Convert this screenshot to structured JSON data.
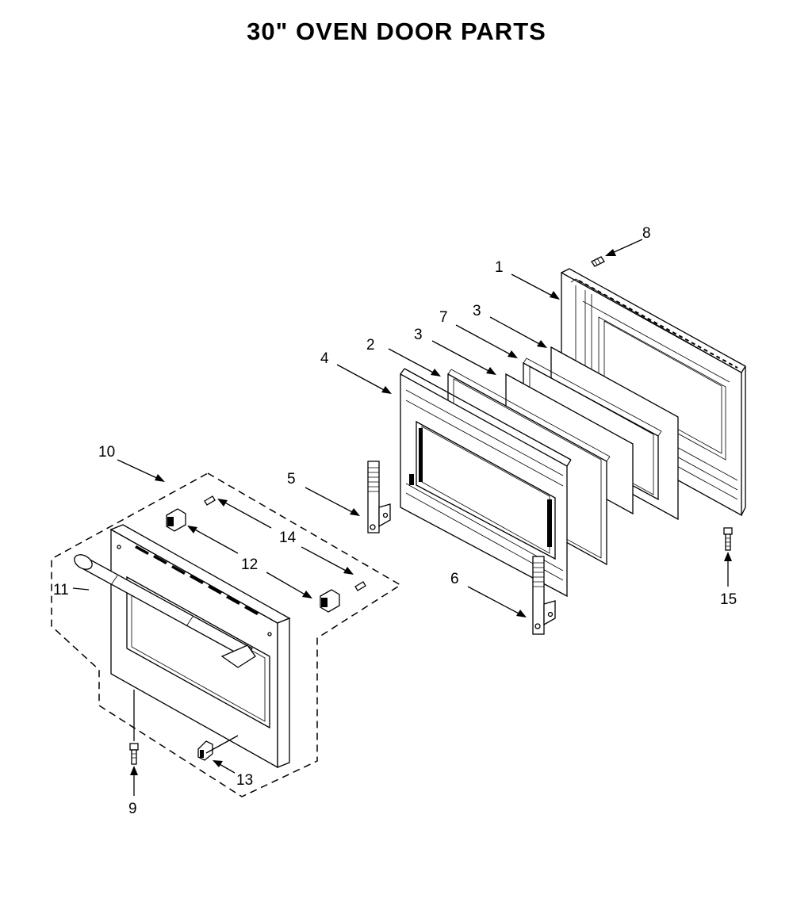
{
  "title": "30\" OVEN DOOR PARTS",
  "callouts": {
    "c1": "1",
    "c2": "2",
    "c3a": "3",
    "c3b": "3",
    "c4": "4",
    "c5": "5",
    "c6": "6",
    "c7": "7",
    "c8": "8",
    "c9": "9",
    "c10": "10",
    "c11": "11",
    "c12": "12",
    "c13": "13",
    "c14": "14",
    "c15": "15"
  }
}
